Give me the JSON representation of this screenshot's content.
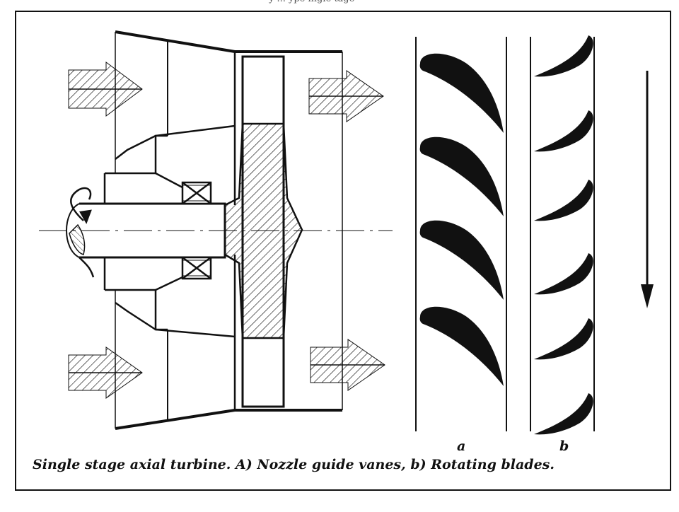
{
  "header": {
    "partial_text": "y  ...  ype  ingle  tage"
  },
  "diagram": {
    "cascade_a_label": "a",
    "cascade_b_label": "b",
    "caption": "Single stage axial turbine. A) Nozzle guide vanes, b) Rotating blades."
  },
  "icons": [
    "flow-arrow-icon",
    "rotation-arrow-icon",
    "direction-arrow-icon"
  ],
  "colors": {
    "ink": "#111111",
    "background": "#ffffff"
  }
}
